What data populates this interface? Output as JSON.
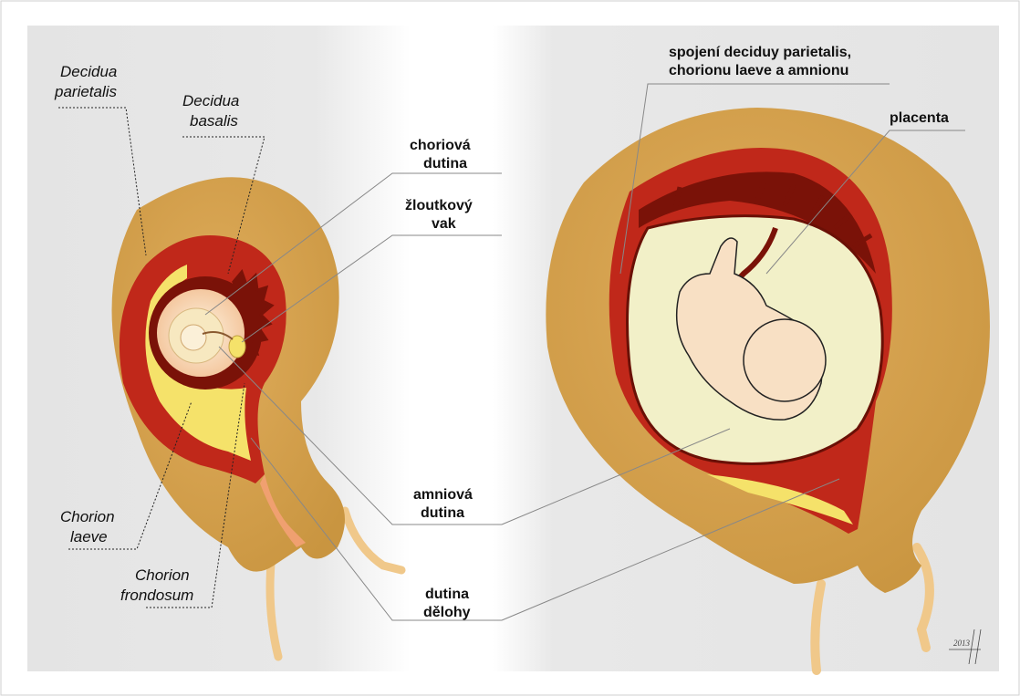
{
  "labels": {
    "decidua_parietalis_1": "Decidua",
    "decidua_parietalis_2": "parietalis",
    "decidua_basalis_1": "Decidua",
    "decidua_basalis_2": "basalis",
    "chorion_laeve_1": "Chorion",
    "chorion_laeve_2": "laeve",
    "chorion_frondosum_1": "Chorion",
    "chorion_frondosum_2": "frondosum",
    "choriova_1": "choriová",
    "choriova_2": "dutina",
    "zloutkovy_1": "žloutkový",
    "zloutkovy_2": "vak",
    "amniova_1": "amniová",
    "amniova_2": "dutina",
    "deloha_1": "dutina",
    "deloha_2": "dělohy",
    "spojeni_1": "spojení deciduy parietalis,",
    "spojeni_2": "chorionu laeve a amnionu",
    "placenta": "placenta"
  },
  "signature": "2013",
  "colors": {
    "uterus": "#d9a550",
    "uterus_edge": "#b8843c",
    "decidua": "#c0281a",
    "decidua_dark": "#7a1208",
    "cavity": "#f5e26a",
    "amnion": "#f2f0c8",
    "embryo": "#f8e0c4",
    "panel": "#e6e6e6"
  }
}
